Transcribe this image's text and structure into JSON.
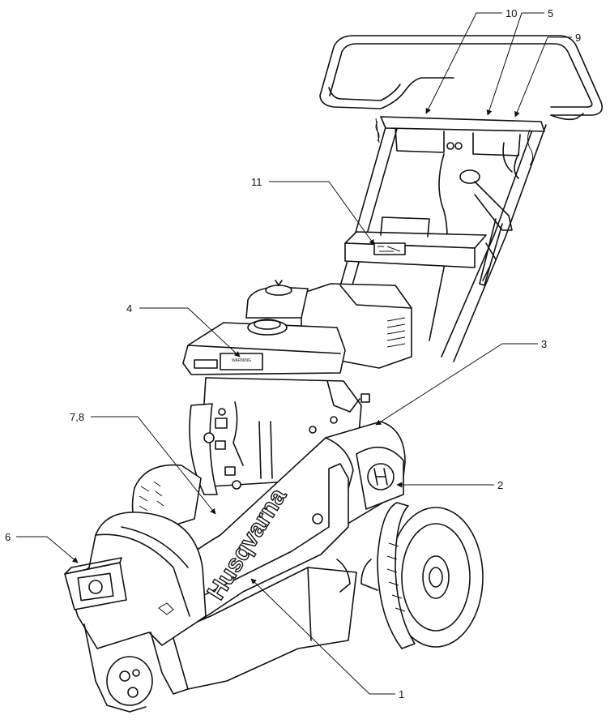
{
  "diagram": {
    "brand_text": "Husqvarna",
    "decal_text": "WARNING",
    "callouts": [
      {
        "id": "c1",
        "label": "1"
      },
      {
        "id": "c2",
        "label": "2"
      },
      {
        "id": "c3",
        "label": "3"
      },
      {
        "id": "c4",
        "label": "4"
      },
      {
        "id": "c5",
        "label": "5"
      },
      {
        "id": "c6",
        "label": "6"
      },
      {
        "id": "c78",
        "label": "7,8"
      },
      {
        "id": "c9",
        "label": "9"
      },
      {
        "id": "c10",
        "label": "10"
      },
      {
        "id": "c11",
        "label": "11"
      }
    ]
  }
}
